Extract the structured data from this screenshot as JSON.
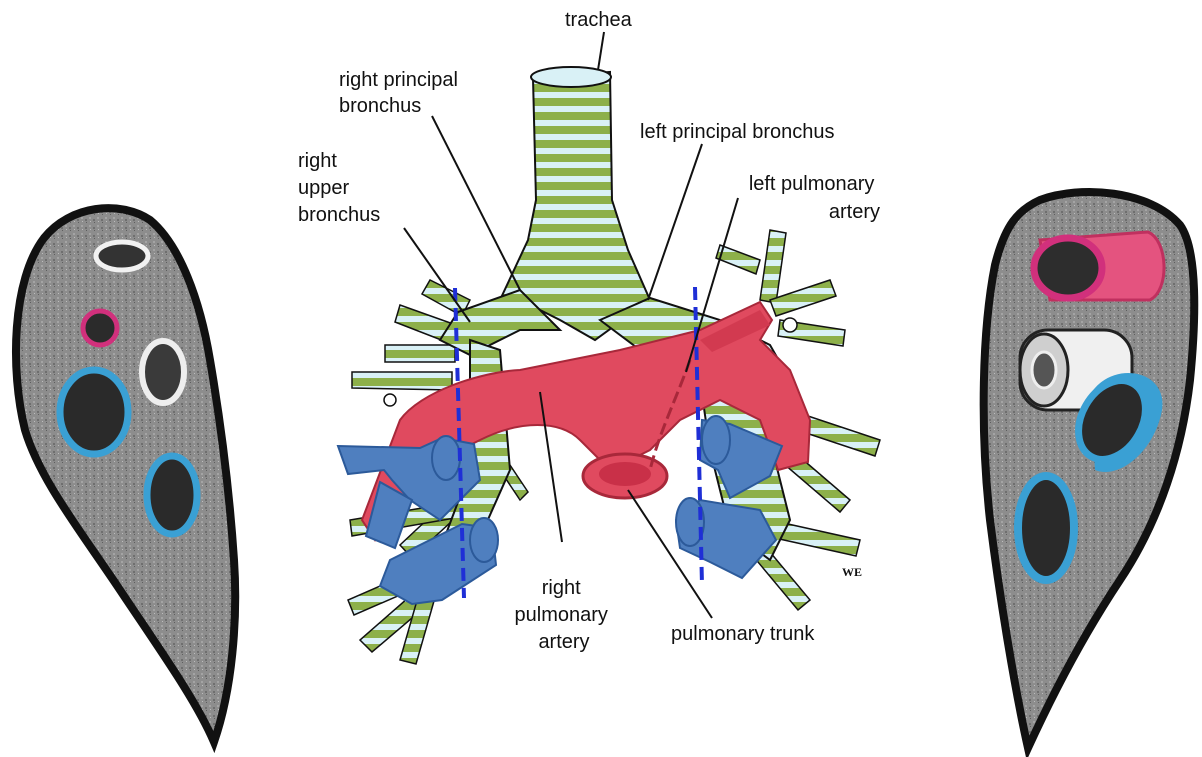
{
  "labels": {
    "trachea": "trachea",
    "right_principal_bronchus": [
      "right principal",
      "bronchus"
    ],
    "left_principal_bronchus": "left principal bronchus",
    "right_upper_bronchus": [
      "right",
      "upper",
      "bronchus"
    ],
    "left_pulmonary_artery": [
      "left pulmonary",
      "artery"
    ],
    "right_pulmonary_artery": [
      "right",
      "pulmonary",
      "artery"
    ],
    "pulmonary_trunk": "pulmonary trunk",
    "signature": "WE"
  },
  "colors": {
    "artery": "#e04a5f",
    "artery_dark": "#a8283a",
    "cartilage_green": "#8db04a",
    "airway_light": "#d9f1f6",
    "vein_blue": "#4f7fbf",
    "section_plane": "#1f2fd6",
    "lung_grey": "#8d8d8d",
    "outline": "#111111",
    "section_blue": "#3aa0d4",
    "section_magenta": "#d1307c"
  }
}
